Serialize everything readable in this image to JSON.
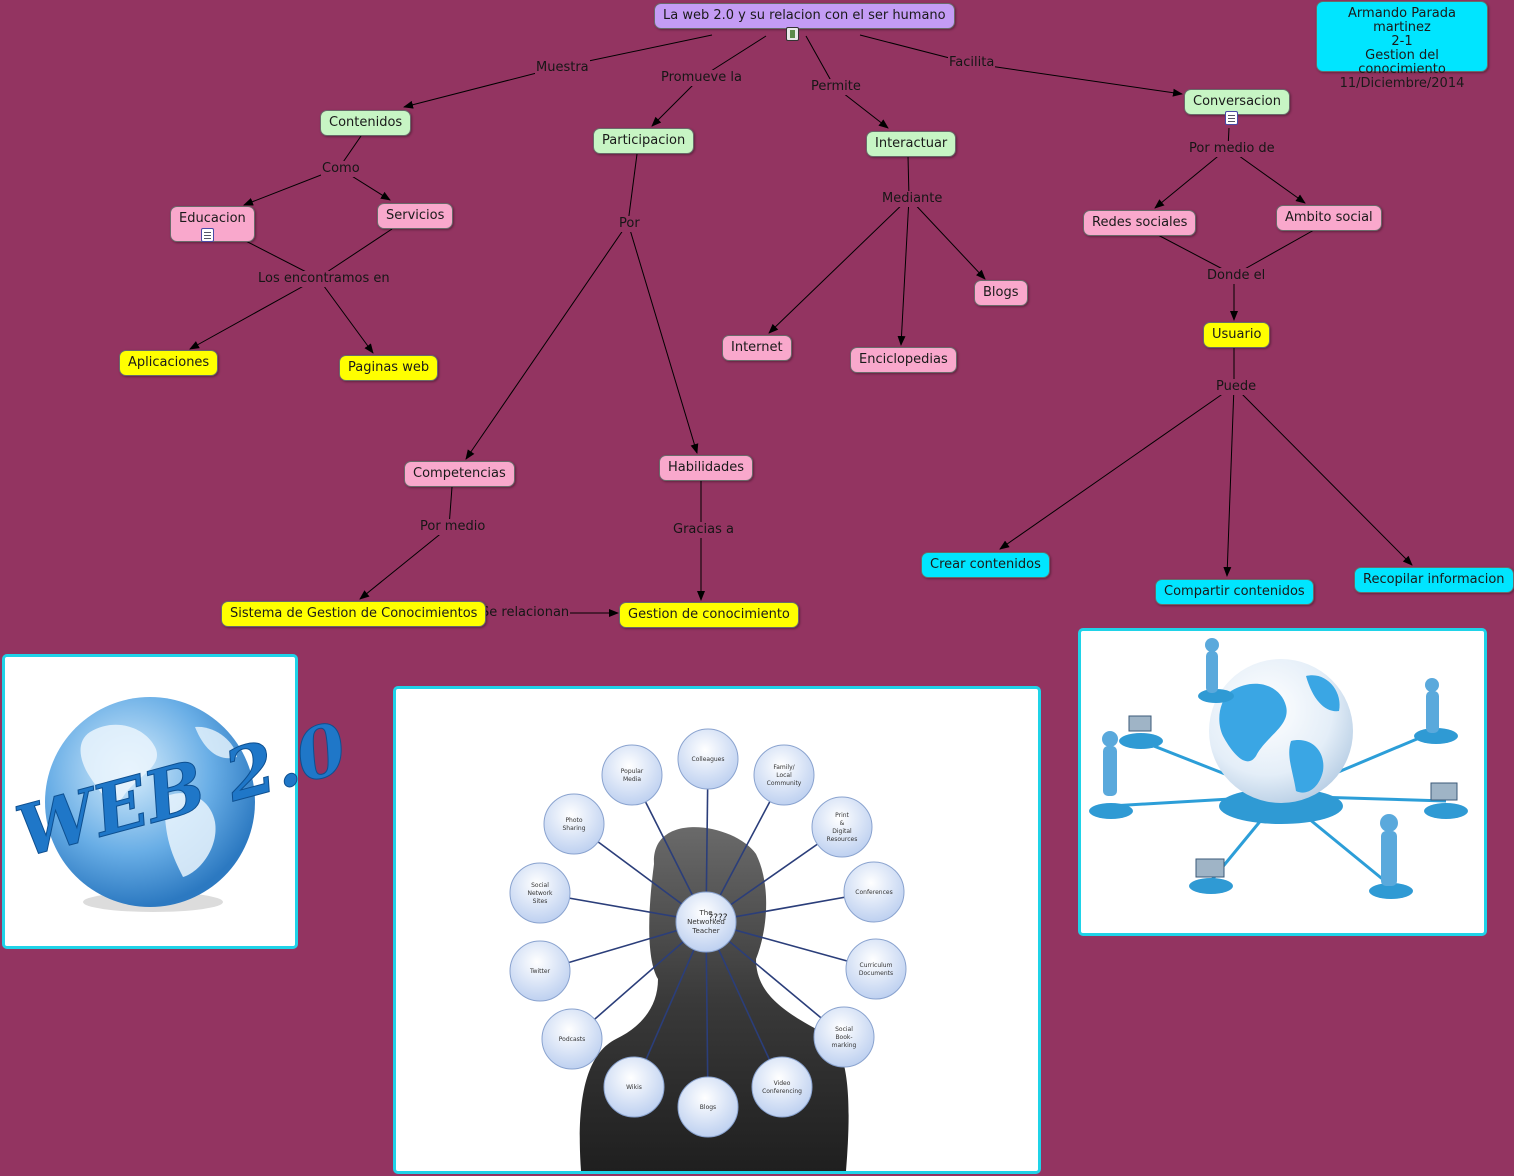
{
  "colors": {
    "background": "#933461",
    "root": "#c49cf5",
    "level1": "#c7f5c4",
    "pink": "#f9a8cc",
    "yellow": "#ffff00",
    "cyan": "#00e5ff",
    "panel_border": "#1fd3e8"
  },
  "info_box": {
    "line1": "Armando Parada martinez",
    "line2": "2-1",
    "line3": "Gestion del conocimiento",
    "line4": "11/Diciembre/2014"
  },
  "nodes": {
    "root": "La web 2.0 y su relacion con el ser humano",
    "contenidos": "Contenidos",
    "participacion": "Participacion",
    "interactuar": "Interactuar",
    "conversacion": "Conversacion",
    "educacion": "Educacion",
    "servicios": "Servicios",
    "aplicaciones": "Aplicaciones",
    "paginas_web": "Paginas web",
    "competencias": "Competencias",
    "habilidades": "Habilidades",
    "sistema": "Sistema de Gestion de Conocimientos",
    "gestion": "Gestion de conocimiento",
    "internet": "Internet",
    "enciclopedias": "Enciclopedias",
    "blogs": "Blogs",
    "redes_sociales": "Redes sociales",
    "ambito_social": "Ambito social",
    "usuario": "Usuario",
    "crear": "Crear contenidos",
    "compartir": "Compartir contenidos",
    "recopilar": "Recopilar informacion"
  },
  "links": {
    "muestra": "Muestra",
    "promueve": "Promueve la",
    "permite": "Permite",
    "facilita": "Facilita",
    "como": "Como",
    "encontramos": "Los encontramos en",
    "por": "Por",
    "por_medio": "Por medio",
    "gracias": "Gracias a",
    "relacionan": "Se relacionan",
    "mediante": "Mediante",
    "por_medio_de": "Por medio de",
    "donde_el": "Donde el",
    "puede": "Puede"
  },
  "images": {
    "web20_logo": "WEB 2.0",
    "network_center": "The Networked Teacher",
    "network_mark": "????",
    "network_spokes": [
      "Colleagues",
      "Family/ Local Community",
      "Print & Digital Resources",
      "Conferences",
      "Curriculum Documents",
      "Social Book- marking",
      "Video Conferencing",
      "Blogs",
      "Wikis",
      "Podcasts",
      "Twitter",
      "Social Network Sites",
      "Photo Sharing",
      "Popular Media"
    ]
  }
}
